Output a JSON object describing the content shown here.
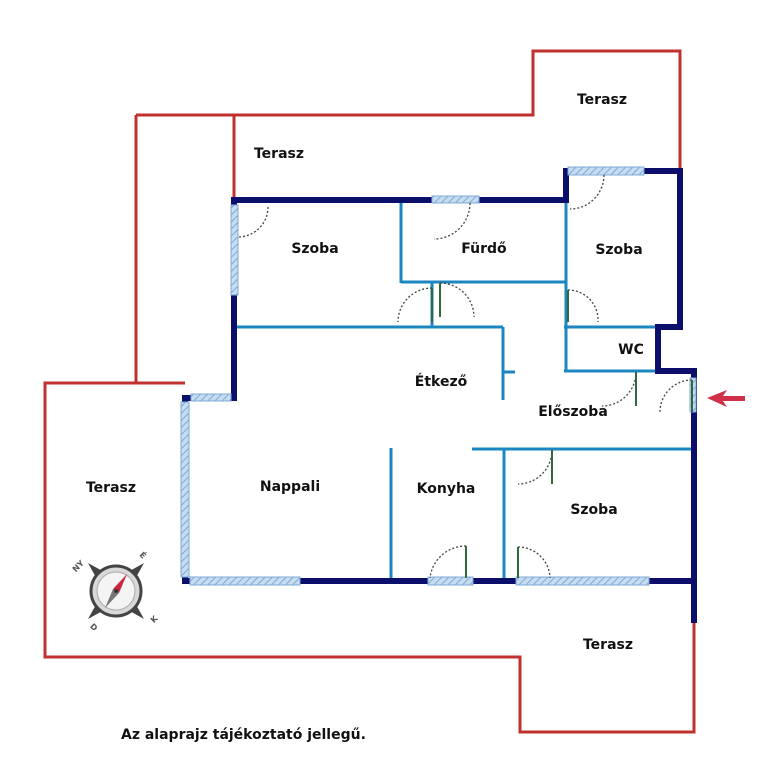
{
  "colors": {
    "terrace_outline": "#c0302e",
    "exterior_wall": "#0b0f6b",
    "interior_wall": "#1b86c0",
    "window": "#9fc3e3",
    "door_arc": "#444444",
    "entrance_arrow": "#d0304a"
  },
  "rooms": {
    "terasz_top_right": "Terasz",
    "terasz_top": "Terasz",
    "szoba_nw": "Szoba",
    "furdo": "Fürdő",
    "szoba_ne": "Szoba",
    "wc": "WC",
    "etkezo": "Étkező",
    "eloszoba": "Előszoba",
    "terasz_west": "Terasz",
    "nappali": "Nappali",
    "konyha": "Konyha",
    "szoba_se": "Szoba",
    "terasz_south": "Terasz"
  },
  "compass": {
    "icon": "compass-rose-icon",
    "labels": [
      "NY",
      "É",
      "K",
      "D"
    ]
  },
  "entrance": {
    "icon": "entrance-arrow-icon"
  },
  "footer": {
    "note": "Az alaprajz tájékoztató jellegű."
  }
}
